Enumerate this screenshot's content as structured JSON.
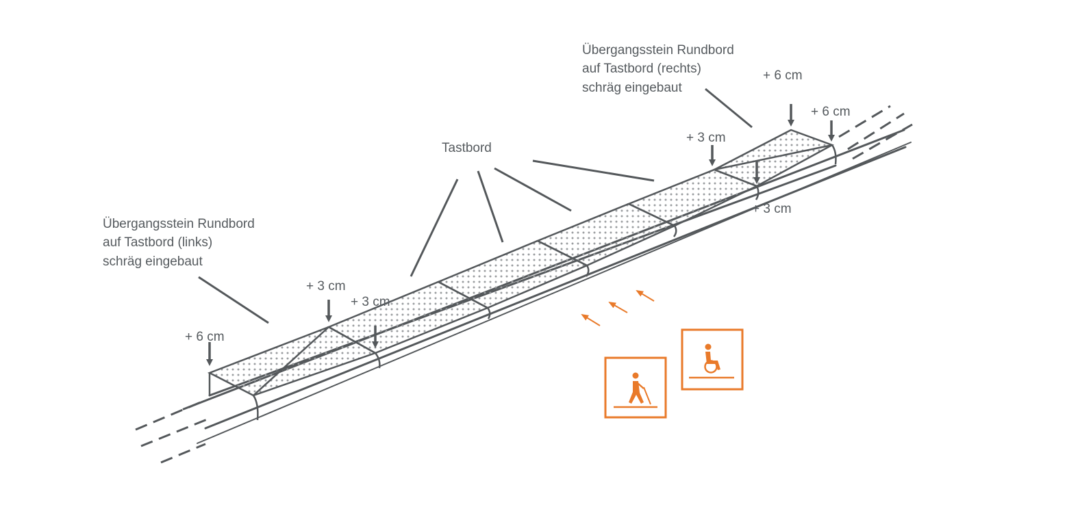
{
  "colors": {
    "line": "#54585b",
    "dots": "#9a9da0",
    "accent": "#e97a2a",
    "background": "#ffffff"
  },
  "labels": {
    "left_transition": [
      "Übergangsstein Rundbord",
      "auf Tastbord (links)",
      "schräg eingebaut"
    ],
    "right_transition": [
      "Übergangsstein Rundbord",
      "auf Tastbord (rechts)",
      "schräg eingebaut"
    ],
    "tastbord": "Tastbord"
  },
  "heights": {
    "left_outer": "+ 6 cm",
    "left_inner_1": "+ 3 cm",
    "left_inner_2": "+ 3 cm",
    "right_top_1": "+ 6 cm",
    "right_top_2": "+ 6 cm",
    "right_mid": "+ 3 cm",
    "right_bottom": "+ 3 cm"
  },
  "icons": {
    "blind_pedestrian": "blind-pedestrian-icon",
    "wheelchair": "wheelchair-icon",
    "direction_arrows": "direction-arrow-icon"
  }
}
